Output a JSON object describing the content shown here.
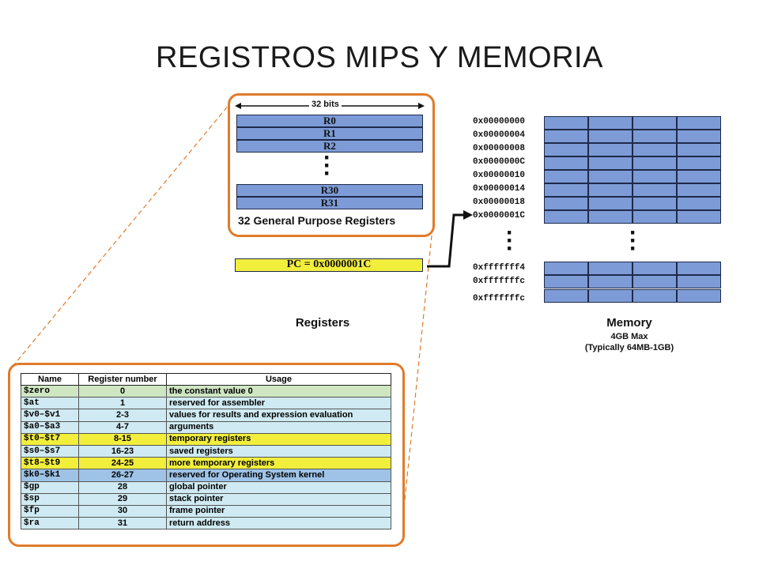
{
  "title": "REGISTROS MIPS Y MEMORIA",
  "registers_panel": {
    "width_label": "32 bits",
    "registers": [
      "R0",
      "R1",
      "R2",
      "R30",
      "R31"
    ],
    "caption": "32 General Purpose Registers"
  },
  "pc_label": "PC = 0x0000001C",
  "registers_caption": "Registers",
  "memory": {
    "addresses_top": [
      "0x00000000",
      "0x00000004",
      "0x00000008",
      "0x0000000C",
      "0x00000010",
      "0x00000014",
      "0x00000018",
      "0x0000001C"
    ],
    "addresses_bottom": [
      "0xfffffff4",
      "0xfffffffc",
      "0xfffffffc"
    ],
    "caption": "Memory",
    "subcaption_1": "4GB Max",
    "subcaption_2": "(Typically 64MB-1GB)"
  },
  "table": {
    "headers": [
      "Name",
      "Register number",
      "Usage"
    ],
    "rows": [
      {
        "name": "$zero",
        "number": "0",
        "usage": "the constant value 0",
        "color": "#cfe6c2"
      },
      {
        "name": "$at",
        "number": "1",
        "usage": "reserved for assembler",
        "color": "#cfeaf2"
      },
      {
        "name": "$v0–$v1",
        "number": "2-3",
        "usage": "values for results and expression evaluation",
        "color": "#cfeaf2"
      },
      {
        "name": "$a0–$a3",
        "number": "4-7",
        "usage": "arguments",
        "color": "#cfeaf2"
      },
      {
        "name": "$t0–$t7",
        "number": "8-15",
        "usage": "temporary registers",
        "color": "#f2ee3c"
      },
      {
        "name": "$s0–$s7",
        "number": "16-23",
        "usage": "saved registers",
        "color": "#cfeaf2"
      },
      {
        "name": "$t8–$t9",
        "number": "24-25",
        "usage": "more temporary registers",
        "color": "#f2ee3c"
      },
      {
        "name": "$k0–$k1",
        "number": "26-27",
        "usage": "reserved for Operating System kernel",
        "color": "#9ec3e6"
      },
      {
        "name": "$gp",
        "number": "28",
        "usage": "global pointer",
        "color": "#cfeaf2"
      },
      {
        "name": "$sp",
        "number": "29",
        "usage": "stack pointer",
        "color": "#cfeaf2"
      },
      {
        "name": "$fp",
        "number": "30",
        "usage": "frame pointer",
        "color": "#cfeaf2"
      },
      {
        "name": "$ra",
        "number": "31",
        "usage": "return address",
        "color": "#cfeaf2"
      }
    ]
  },
  "colors": {
    "accent_border": "#e07b2a",
    "register_fill": "#7d9bd6",
    "pc_fill": "#f2ee3c"
  }
}
